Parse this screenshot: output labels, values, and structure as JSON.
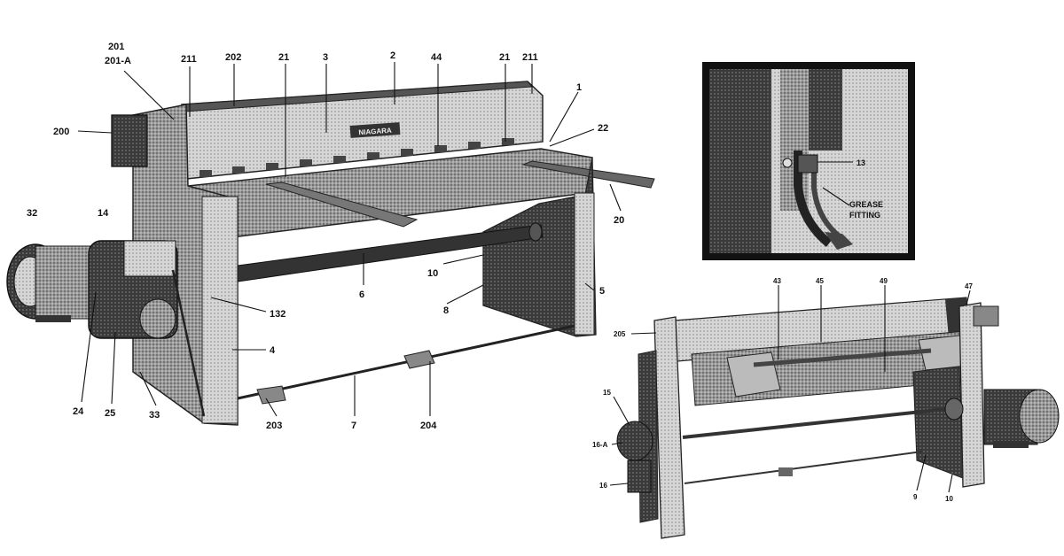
{
  "main_view": {
    "brand": "NIAGARA",
    "callouts": {
      "c201": "201",
      "c201a": "201-A",
      "c211_left": "211",
      "c202": "202",
      "c21_left": "21",
      "c3": "3",
      "c2": "2",
      "c44": "44",
      "c21_right": "21",
      "c211_right": "211",
      "c1": "1",
      "c22": "22",
      "c200": "200",
      "c20": "20",
      "c32": "32",
      "c14": "14",
      "c10": "10",
      "c6": "6",
      "c5": "5",
      "c8": "8",
      "c132": "132",
      "c4": "4",
      "c24": "24",
      "c25": "25",
      "c33": "33",
      "c203": "203",
      "c7": "7",
      "c204": "204"
    }
  },
  "inset": {
    "c13": "13",
    "grease_line1": "GREASE",
    "grease_line2": "FITTING"
  },
  "rear_view": {
    "callouts": {
      "c43": "43",
      "c45": "45",
      "c49": "49",
      "c47": "47",
      "c205": "205",
      "c15": "15",
      "c16a": "16-A",
      "c16": "16",
      "c9": "9",
      "c10": "10"
    }
  }
}
